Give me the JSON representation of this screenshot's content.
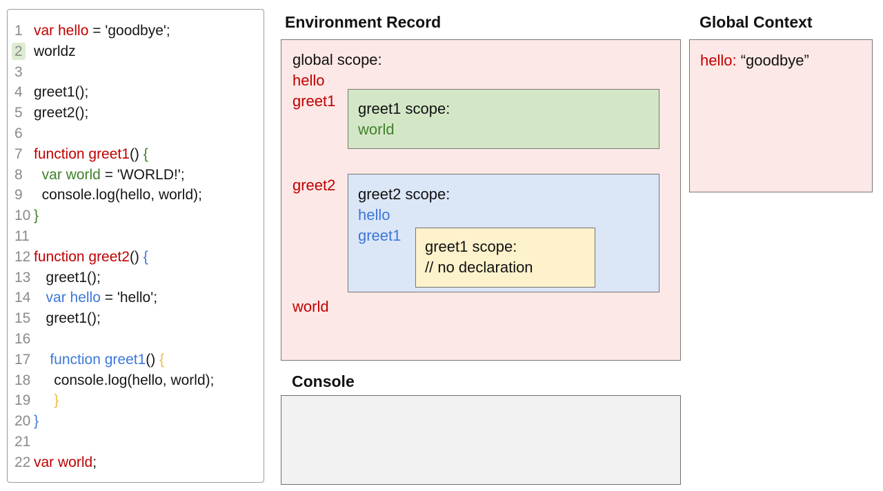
{
  "colors": {
    "red": "#c00000",
    "green": "#41812a",
    "blue": "#3c78d8",
    "gold": "#edbc46",
    "plain": "#161616",
    "line_number": "#8a8a8a",
    "line2_highlight": "#ddebd2",
    "pink_fill": "#fce8e6",
    "green_fill": "#d3e7c7",
    "blue_fill": "#dbe6f7",
    "yellow_fill": "#fdf2cc",
    "gray_fill": "#f2f2f2"
  },
  "code": {
    "lines": [
      {
        "n": "1",
        "indent": 0,
        "tokens": [
          {
            "t": "var hello",
            "c": "red"
          },
          {
            "t": " = 'goodbye';",
            "c": "plain"
          }
        ]
      },
      {
        "n": "2",
        "indent": 0,
        "hl": true,
        "tokens": [
          {
            "t": "worldz",
            "c": "plain"
          }
        ]
      },
      {
        "n": "3",
        "indent": 0,
        "tokens": []
      },
      {
        "n": "4",
        "indent": 0,
        "tokens": [
          {
            "t": "greet1();",
            "c": "plain"
          }
        ]
      },
      {
        "n": "5",
        "indent": 0,
        "tokens": [
          {
            "t": "greet2();",
            "c": "plain"
          }
        ]
      },
      {
        "n": "6",
        "indent": 0,
        "tokens": []
      },
      {
        "n": "7",
        "indent": 0,
        "tokens": [
          {
            "t": "function greet1",
            "c": "red"
          },
          {
            "t": "() ",
            "c": "plain"
          },
          {
            "t": "{",
            "c": "green"
          }
        ]
      },
      {
        "n": "8",
        "indent": 2,
        "tokens": [
          {
            "t": "var world",
            "c": "green"
          },
          {
            "t": " = 'WORLD!';",
            "c": "plain"
          }
        ]
      },
      {
        "n": "9",
        "indent": 2,
        "tokens": [
          {
            "t": "console.log(hello, world);",
            "c": "plain"
          }
        ]
      },
      {
        "n": "10",
        "indent": 0,
        "tokens": [
          {
            "t": "}",
            "c": "green"
          }
        ]
      },
      {
        "n": "11",
        "indent": 0,
        "tokens": []
      },
      {
        "n": "12",
        "indent": 0,
        "tokens": [
          {
            "t": "function greet2",
            "c": "red"
          },
          {
            "t": "() ",
            "c": "plain"
          },
          {
            "t": "{",
            "c": "blue"
          }
        ]
      },
      {
        "n": "13",
        "indent": 3,
        "tokens": [
          {
            "t": "greet1();",
            "c": "plain"
          }
        ]
      },
      {
        "n": "14",
        "indent": 3,
        "tokens": [
          {
            "t": "var hello",
            "c": "blue"
          },
          {
            "t": " = 'hello';",
            "c": "plain"
          }
        ]
      },
      {
        "n": "15",
        "indent": 3,
        "tokens": [
          {
            "t": "greet1();",
            "c": "plain"
          }
        ]
      },
      {
        "n": "16",
        "indent": 0,
        "tokens": []
      },
      {
        "n": "17",
        "indent": 4,
        "tokens": [
          {
            "t": "function greet1",
            "c": "blue"
          },
          {
            "t": "() ",
            "c": "plain"
          },
          {
            "t": "{",
            "c": "gold"
          }
        ]
      },
      {
        "n": "18",
        "indent": 5,
        "tokens": [
          {
            "t": "console.log(hello, world);",
            "c": "plain"
          }
        ]
      },
      {
        "n": "19",
        "indent": 5,
        "tokens": [
          {
            "t": "}",
            "c": "gold"
          }
        ]
      },
      {
        "n": "20",
        "indent": 0,
        "tokens": [
          {
            "t": "}",
            "c": "blue"
          }
        ]
      },
      {
        "n": "21",
        "indent": 0,
        "tokens": []
      },
      {
        "n": "22",
        "indent": 0,
        "tokens": [
          {
            "t": "var world",
            "c": "red"
          },
          {
            "t": ";",
            "c": "plain"
          }
        ]
      }
    ]
  },
  "env_record": {
    "title": "Environment Record",
    "global_scope_label": "global scope:",
    "var_hello": "hello",
    "var_greet1": "greet1",
    "var_greet2": "greet2",
    "var_world": "world",
    "greet1_box": {
      "title": "greet1 scope:",
      "var_world": "world"
    },
    "greet2_box": {
      "title": "greet2 scope:",
      "var_hello": "hello",
      "var_greet1": "greet1",
      "inner_greet1_box": {
        "title": "greet1 scope:",
        "comment": "// no declaration"
      }
    }
  },
  "global_context": {
    "title": "Global Context",
    "entry_key": "hello:",
    "entry_value": "“goodbye”"
  },
  "console_panel": {
    "title": "Console"
  }
}
